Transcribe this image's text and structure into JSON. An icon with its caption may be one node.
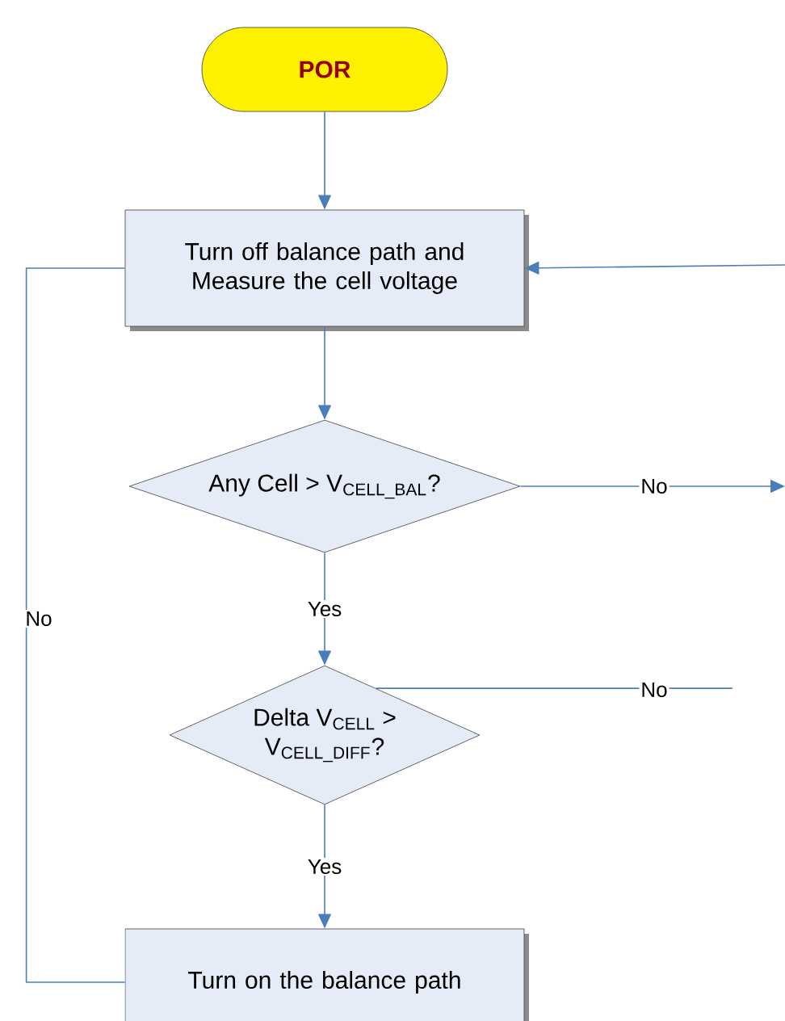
{
  "diagram": {
    "nodes": [
      {
        "text": [
          "POR"
        ]
      },
      {
        "text": [
          "Turn off balance path and Measure the cell voltage"
        ]
      },
      {
        "text": [
          "Any Cell > V$_{CELL_BAL}$?"
        ]
      },
      {
        "text": [
          "Delta V$_{CELL}$ > V$_{CELL_DIFF}$?"
        ]
      },
      {
        "text": [
          "Turn on the balance path"
        ]
      }
    ],
    "edges": [
      {
        "from": 0,
        "to": 1,
        "arrow": "to"
      },
      {
        "from": 1,
        "to": 2,
        "arrow": "to"
      },
      {
        "from": 2,
        "to": 3,
        "arrow": "to",
        "label": "Yes"
      },
      {
        "from": 3,
        "to": 4,
        "arrow": "to",
        "label": "Yes"
      },
      {
        "from": 2,
        "to": null,
        "arrow": "to",
        "label": "No"
      },
      {
        "from": 3,
        "to": null,
        "arrow": "none",
        "label": "No"
      },
      {
        "from": null,
        "to": 1,
        "arrow": "to"
      },
      {
        "from": 4,
        "to": 1,
        "arrow": "none",
        "label": "No"
      }
    ]
  }
}
